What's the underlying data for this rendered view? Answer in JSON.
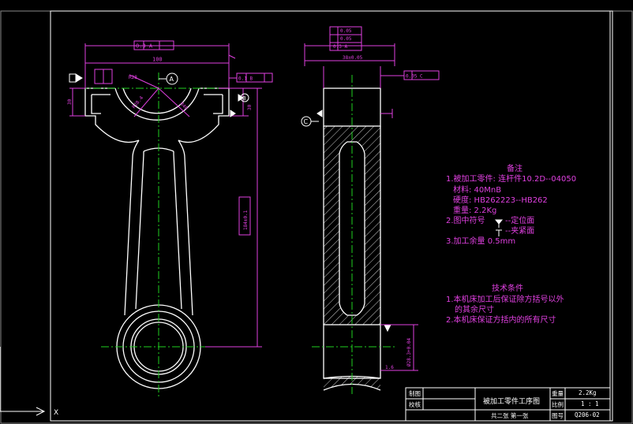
{
  "dimensions": {
    "top_tolerance": "0.3 A",
    "overall_width": "100",
    "side_tol_top": "0.05",
    "side_tol_mid": "0.05",
    "side_tol_bot": "0.3 A",
    "side_width": "38±0.05",
    "side_flatness": "0.05 C",
    "right_flatness": "0.1 B",
    "left_height": "30",
    "right_height": "30",
    "center_distance": "184±0.1",
    "small_end_dia": "Ø28.3+0.04",
    "small_end_chamfer": "1.6",
    "radius_1": "R28",
    "radius_2": "R28.4",
    "radius_3": "R40"
  },
  "datums": {
    "a": "A",
    "b": "B",
    "c": "C"
  },
  "notes": {
    "title": "备注",
    "line1": "1.被加工零件: 连杆件10.2D--04050",
    "line2": "材料: 40MnB",
    "line3": "硬度: HB262223--HB262",
    "line4": "重量: 2.2Kg",
    "line5": "2.图中符号",
    "line5a": "--定位面",
    "line5b": "--夹紧面",
    "line6": "3.加工余量 0.5mm"
  },
  "tech": {
    "title": "技术条件",
    "line1": "1.本机床加工后保证除方括号以外",
    "line2": "的其余尺寸",
    "line3": "2.本机床保证方括内的所有尺寸"
  },
  "title_block": {
    "drawn": "制图",
    "checked": "校核",
    "name": "被加工零件工序图",
    "weight_label": "重量",
    "weight_value": "2.2Kg",
    "scale_label": "比例",
    "scale_value": "1 : 1",
    "sheet_info": "共二张  第一张",
    "drawing_no_label": "图号",
    "drawing_no_value": "Q206-02"
  },
  "ucs": {
    "x_label": "X"
  },
  "colors": {
    "outline": "#ffffff",
    "dimension": "#e040e0",
    "centerline": "#20d020",
    "datum": "#ffffff"
  }
}
